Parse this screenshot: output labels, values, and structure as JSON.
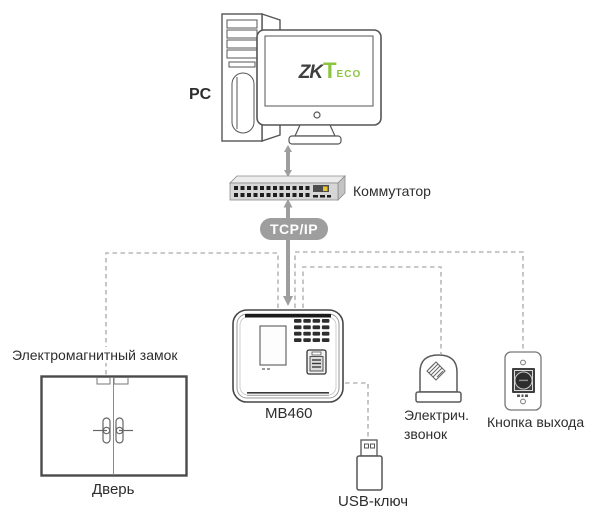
{
  "palette": {
    "accent_green": "#8bc53f",
    "arrow_gray": "#9e9e9e",
    "dash_gray": "#b8b8b8",
    "line_ink": "#555555"
  },
  "pc": {
    "label": "PC"
  },
  "monitor": {
    "logo_zk": "ZK",
    "logo_t": "T",
    "logo_eco": "ECO"
  },
  "switch": {
    "label": "Коммутатор"
  },
  "protocol": {
    "label": "TCP/IP"
  },
  "device": {
    "label": "MB460"
  },
  "lock": {
    "label": "Электромагнитный замок"
  },
  "door": {
    "label": "Дверь"
  },
  "bell": {
    "label_line1": "Электрич.",
    "label_line2": "звонок"
  },
  "exit_button": {
    "label": "Кнопка выхода"
  },
  "usb": {
    "label": "USB-ключ"
  }
}
